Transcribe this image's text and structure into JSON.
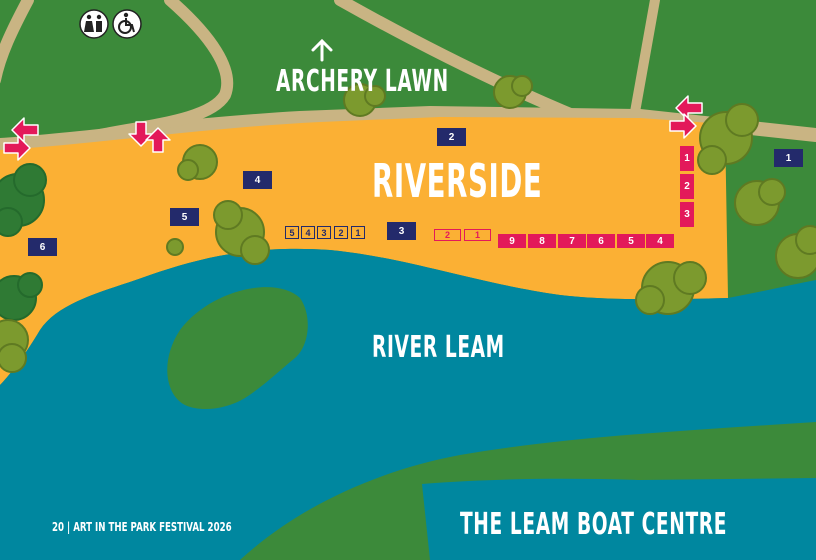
{
  "map": {
    "area_label": "RIVERSIDE",
    "lawn_label": "ARCHERY LAWN",
    "river_label": "RIVER LEAM",
    "boat_label": "THE LEAM BOAT CENTRE",
    "footer": "20  |  ART IN THE PARK FESTIVAL 2026"
  },
  "markers": {
    "navy": [
      "1",
      "2",
      "3",
      "4",
      "5",
      "6"
    ],
    "navy_outline": [
      "5",
      "4",
      "3",
      "2",
      "1"
    ],
    "red_outline": [
      "2",
      "1"
    ],
    "red_row": [
      "9",
      "8",
      "7",
      "6",
      "5",
      "4"
    ],
    "red_column": [
      "1",
      "2",
      "3"
    ]
  },
  "icons": [
    "toilets-icon",
    "accessible-toilet-icon",
    "north-arrow-icon",
    "entrance-arrow-icon",
    "exit-arrow-icon"
  ],
  "colors": {
    "grass": "#3c8a3a",
    "path": "#c9b483",
    "festival_area": "#fbb034",
    "river": "#00879f",
    "tree": "#7c9a2e",
    "tree_dark": "#2f7a34",
    "navy_stall": "#232a6b",
    "red_stall": "#e3195a"
  }
}
